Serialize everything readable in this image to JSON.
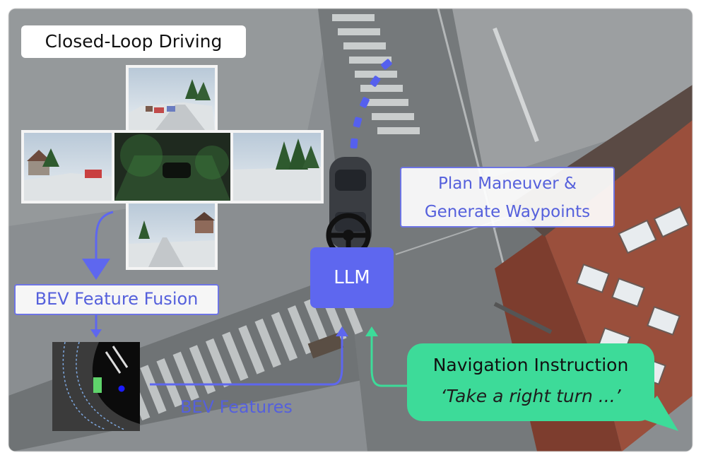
{
  "title": "Closed-Loop Driving",
  "plan_label_line1": "Plan Maneuver &",
  "plan_label_line2": "Generate Waypoints",
  "fusion_label": "BEV Feature Fusion",
  "llm_label": "LLM",
  "bev_features_label": "BEV Features",
  "nav_title": "Navigation Instruction",
  "nav_instruction": "‘Take a right turn ...’",
  "colors": {
    "accent_blue": "#5e67ef",
    "label_blue": "#5560dc",
    "nav_green": "#3ddb99",
    "nav_arrow_green": "#3ddb99",
    "waypoint_blue": "#5560ee"
  }
}
